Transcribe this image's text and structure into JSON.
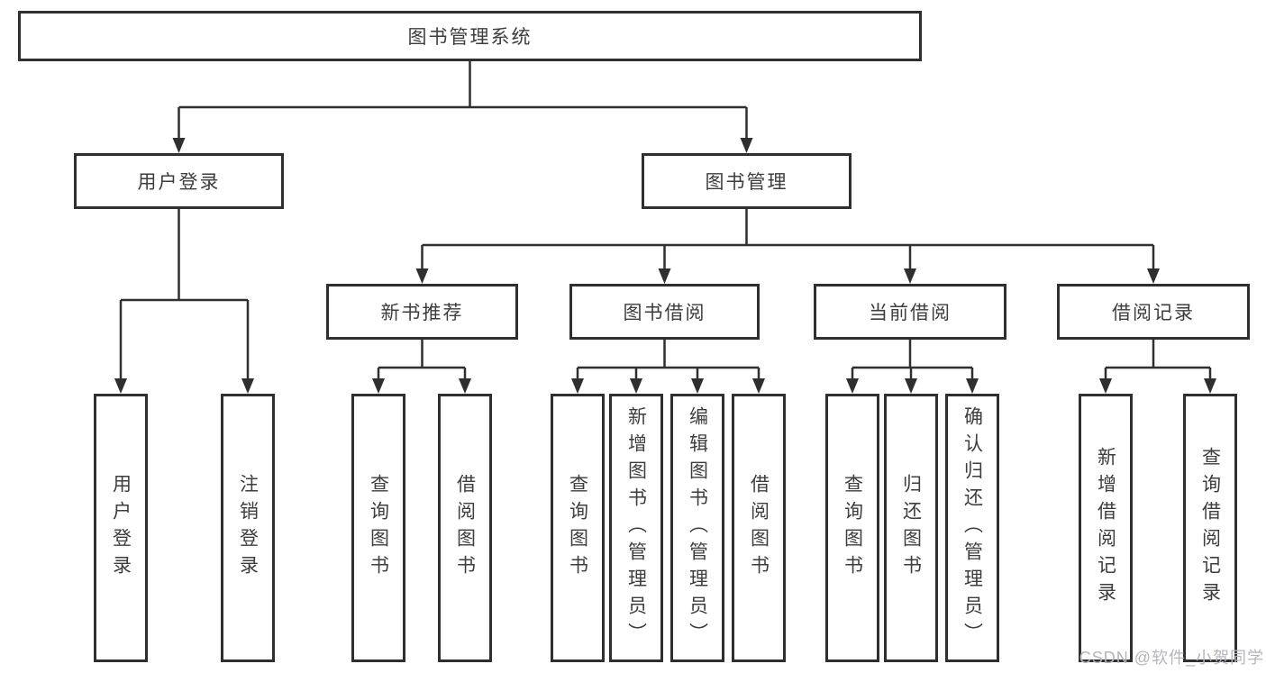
{
  "diagram": {
    "root_label": "图书管理系统",
    "level2": [
      {
        "label": "用户登录"
      },
      {
        "label": "图书管理"
      }
    ],
    "level3": [
      {
        "label": "新书推荐"
      },
      {
        "label": "图书借阅"
      },
      {
        "label": "当前借阅"
      },
      {
        "label": "借阅记录"
      }
    ],
    "leaves": {
      "user_login": [
        "用户登录",
        "注销登录"
      ],
      "new_book": [
        "查询图书",
        "借阅图书"
      ],
      "book_borrow": [
        "查询图书",
        "新增图书（管理员）",
        "编辑图书（管理员）",
        "借阅图书"
      ],
      "current_borrow": [
        "查询图书",
        "归还图书",
        "确认归还（管理员）"
      ],
      "borrow_record": [
        "新增借阅记录",
        "查询借阅记录"
      ]
    }
  },
  "watermark": {
    "text": "CSDN @软件_小贺同学"
  },
  "colors": {
    "line": "#2f2f2f",
    "text": "#3d3d3d",
    "box_background": "#ffffff",
    "watermark": "#b5b5bc",
    "background": "#ffffff"
  }
}
